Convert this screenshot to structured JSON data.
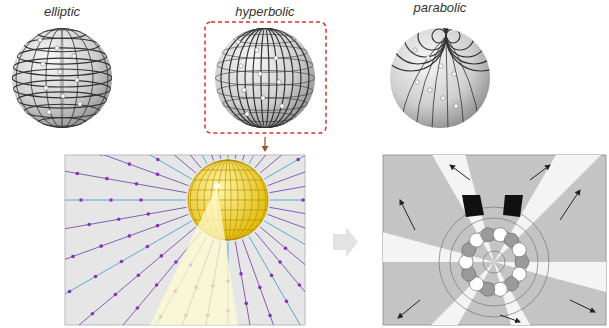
{
  "diagram": {
    "labels": [
      "elliptic",
      "hyperbolic",
      "parabolic"
    ]
  }
}
